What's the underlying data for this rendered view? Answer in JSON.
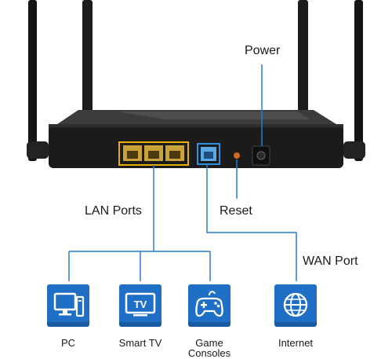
{
  "callouts": {
    "power": "Power",
    "lan_ports": "LAN Ports",
    "reset": "Reset",
    "wan_port": "WAN Port"
  },
  "devices": [
    {
      "label": "PC",
      "icon": "pc-icon"
    },
    {
      "label": "Smart TV",
      "icon": "tv-icon",
      "icon_text": "TV"
    },
    {
      "label_lines": [
        "Game",
        "Consoles"
      ],
      "icon": "gamepad-icon"
    },
    {
      "label": "Internet",
      "icon": "globe-icon"
    }
  ],
  "colors": {
    "callout_line": "#2a7bd4",
    "tile": "#1f6fc6",
    "router_body": "#1b1b1b",
    "lan_port_highlight": "#e8b000",
    "wan_port_accent": "#2d8fe0"
  }
}
